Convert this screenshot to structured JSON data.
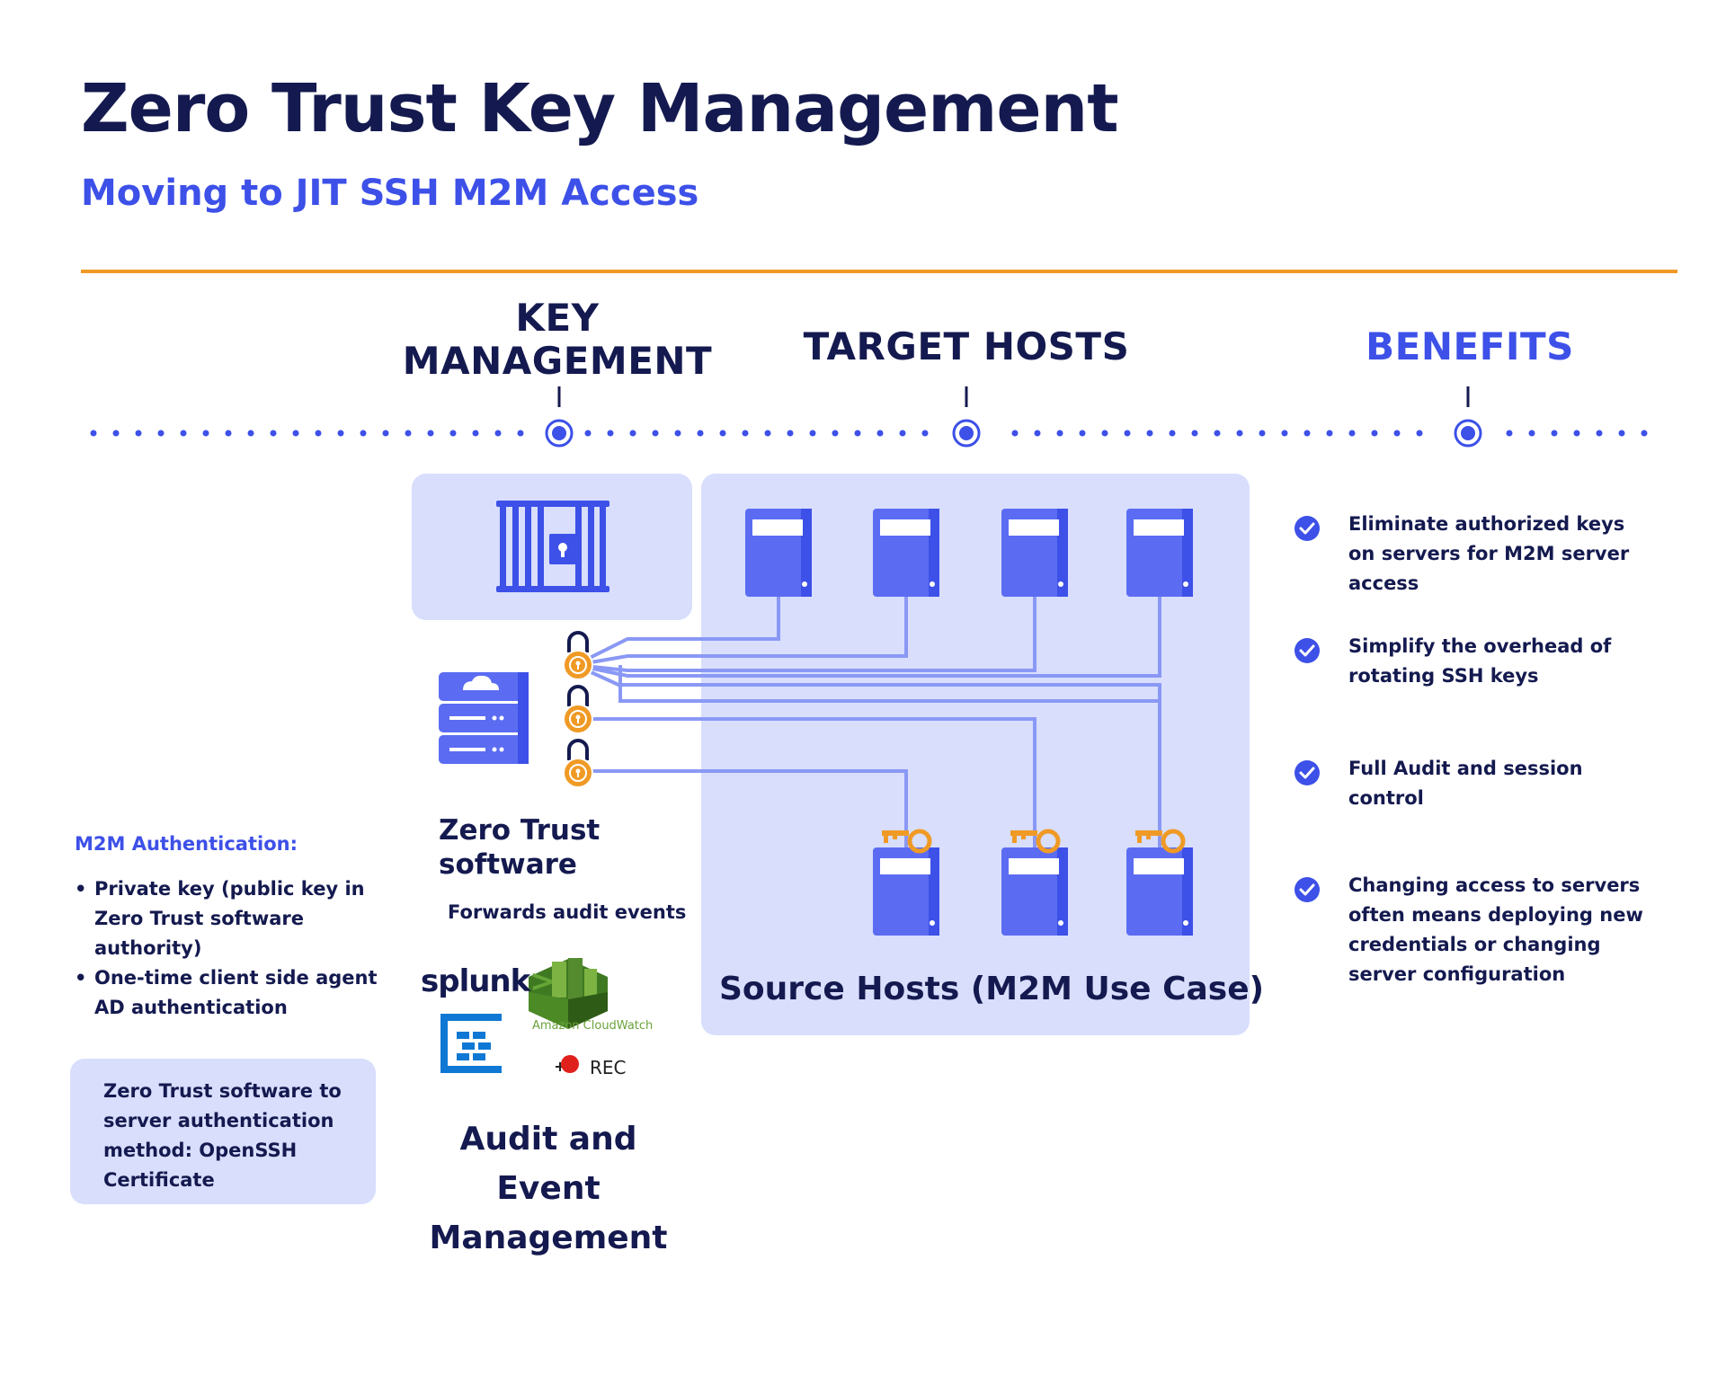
{
  "header": {
    "title": "Zero Trust Key Management",
    "subtitle": "Moving to JIT SSH M2M Access"
  },
  "columns": {
    "key_management": "KEY\nMANAGEMENT",
    "target_hosts": "TARGET HOSTS",
    "benefits": "BENEFITS"
  },
  "diagram": {
    "zero_trust_label": "Zero Trust software",
    "forwards_label": "Forwards audit events",
    "source_hosts_label": "Source Hosts (M2M Use Case)",
    "audit_label": "Audit and Event Management",
    "logos": {
      "splunk": "splunk",
      "splunk_arrow": ">",
      "cloudwatch": "Amazon CloudWatch",
      "rec": "REC"
    }
  },
  "m2m": {
    "title": "M2M Authentication:",
    "items": [
      "Private key (public key in Zero Trust software authority)",
      "One-time client side agent AD authentication"
    ]
  },
  "method_box": "Zero Trust software to server authentication method: OpenSSH Certificate",
  "benefits": [
    "Eliminate authorized keys on servers for M2M server access",
    "Simplify the overhead of rotating SSH keys",
    "Full Audit and session control",
    "Changing access to servers often means deploying new credentials or changing server configuration"
  ],
  "colors": {
    "navy": "#141a4f",
    "accent_blue": "#3d50e8",
    "server_blue": "#5b6cf2",
    "panel": "#d8defc",
    "line": "#8a98f5",
    "orange": "#f09a26",
    "divider": "#f09a26"
  },
  "icons": [
    "vault-icon",
    "server-icon",
    "lock-icon",
    "key-icon",
    "check-icon",
    "splunk-logo",
    "cloudwatch-logo",
    "azure-monitor-logo",
    "rec-logo"
  ]
}
